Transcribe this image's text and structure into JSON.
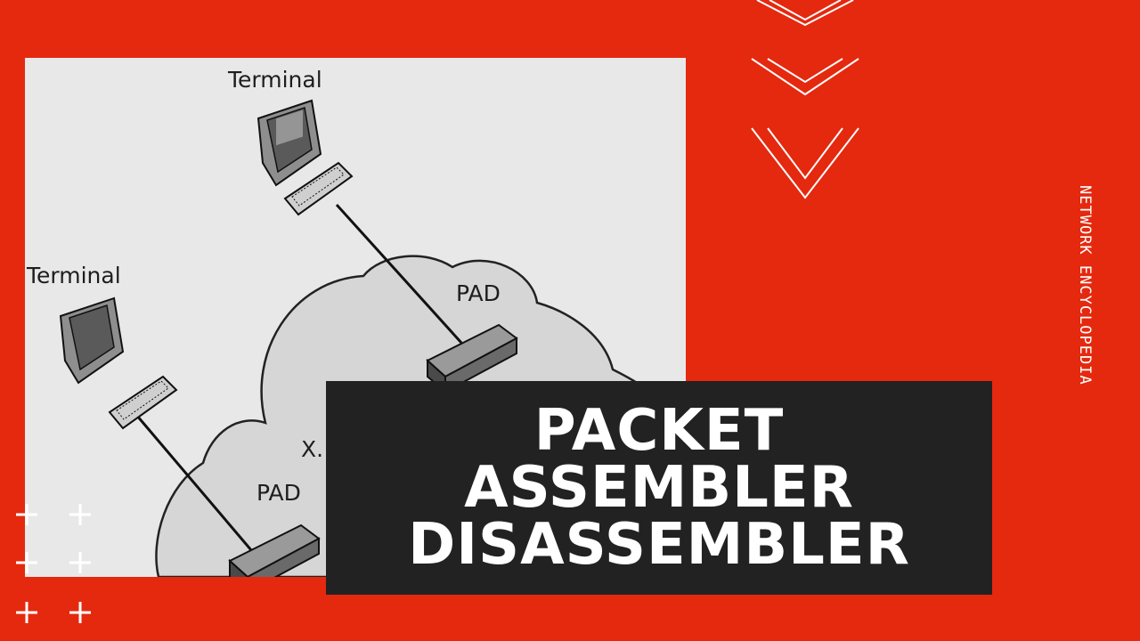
{
  "diagram": {
    "terminal_top_label": "Terminal",
    "terminal_left_label": "Terminal",
    "pad_right_label": "PAD",
    "pad_left_label": "PAD",
    "network_label_partial": "X."
  },
  "title": {
    "line1": "PACKET",
    "line2": "ASSEMBLER",
    "line3": "DISASSEMBLER"
  },
  "side_caption": "NETWORK ENCYCLOPEDIA",
  "colors": {
    "background": "#e4290f",
    "title_box": "#222222",
    "diagram_panel": "#e8e8e8"
  }
}
